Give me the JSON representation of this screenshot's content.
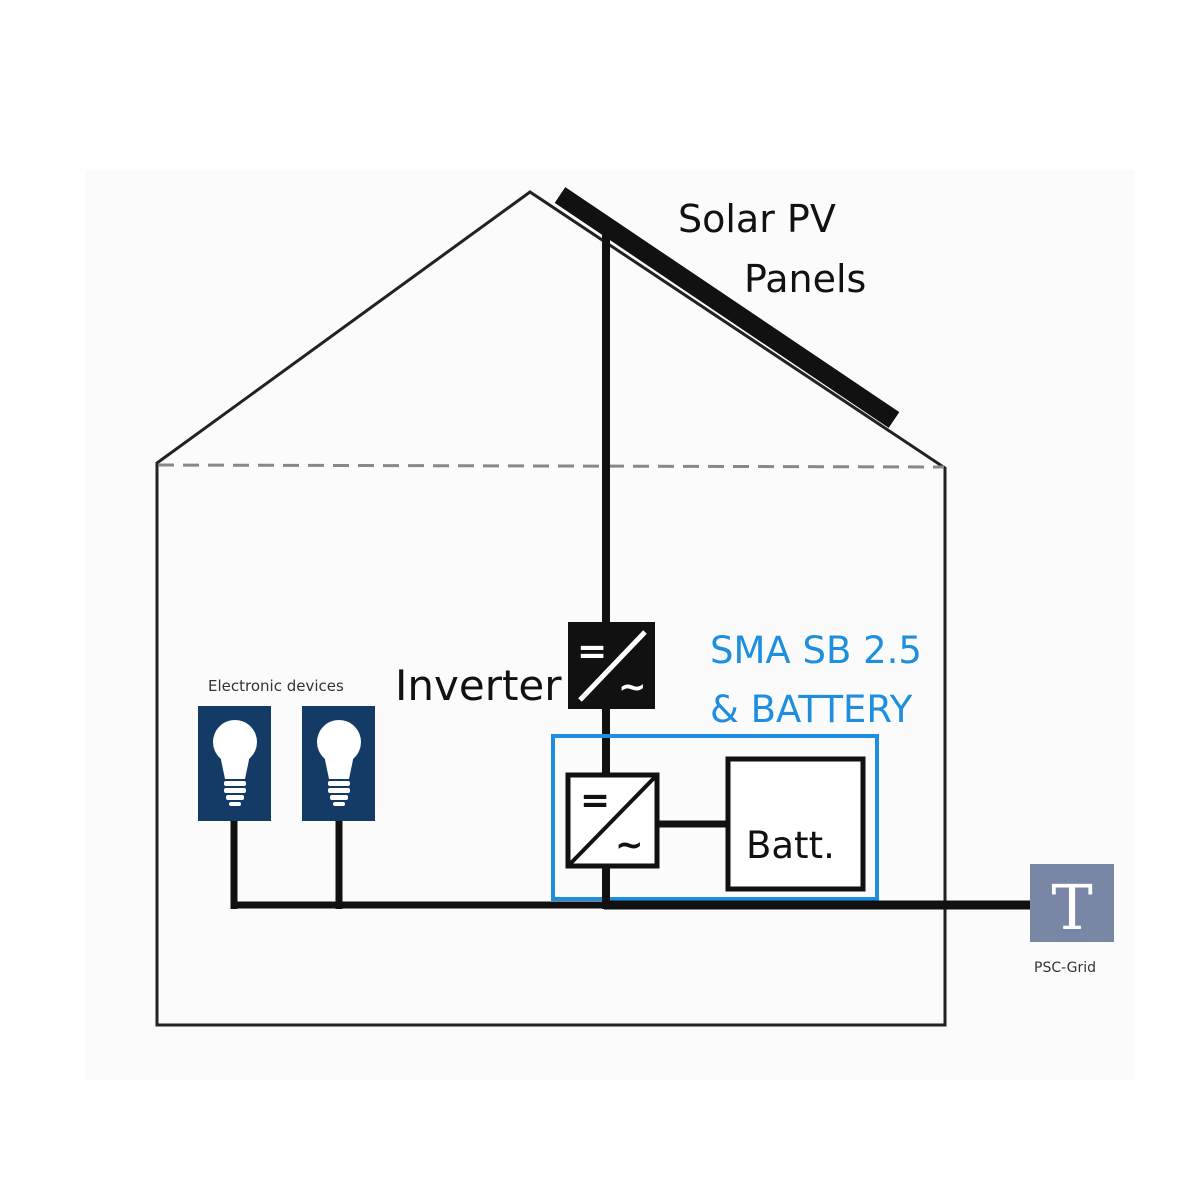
{
  "labels": {
    "solar_line1": "Solar PV",
    "solar_line2": "Panels",
    "inverter": "Inverter",
    "sma_line1": "SMA SB 2.5",
    "sma_line2": "& BATTERY",
    "battery": "Batt.",
    "electronic_devices": "Electronic devices",
    "grid": "PSC-Grid",
    "dc_symbol": "=",
    "ac_symbol": "~",
    "grid_symbol": "T"
  },
  "colors": {
    "line": "#111111",
    "house_outline": "#222222",
    "dashed": "#888888",
    "accent_blue": "#1e8fe0",
    "device_box": "#143a66",
    "grid_box": "#7a86a6"
  }
}
